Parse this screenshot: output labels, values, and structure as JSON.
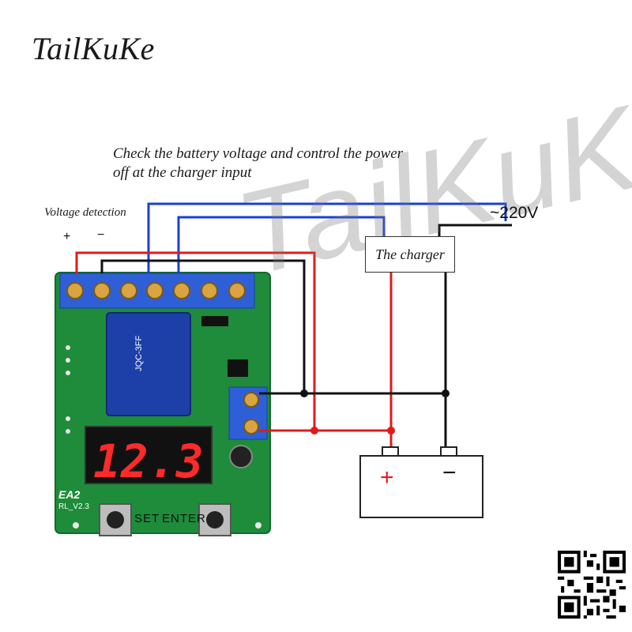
{
  "brand": {
    "text": "TailKuKe"
  },
  "caption": {
    "line1": "Check the battery voltage and control the power",
    "line2": "off at the charger input"
  },
  "labels": {
    "voltage_detection": "Voltage detection",
    "plus": "+",
    "minus": "−",
    "mains": "~220V",
    "charger": "The charger"
  },
  "battery": {
    "plus": "+",
    "minus": "−"
  },
  "board": {
    "set": "SET",
    "enter": "ENTER",
    "model": "EA2",
    "rev": "RL_V2.3",
    "relay_model": "JQC-3FF",
    "display": "12.3"
  },
  "watermark": {
    "text": "TailKuKe"
  },
  "colors": {
    "board": "#1e8c3a",
    "terminal": "#2e5fd6",
    "wire_red": "#e01b1b",
    "wire_blue": "#1a3fd4",
    "wire_black": "#111111",
    "relay": "#1d3fa8",
    "display_red": "#ff2a2a"
  }
}
